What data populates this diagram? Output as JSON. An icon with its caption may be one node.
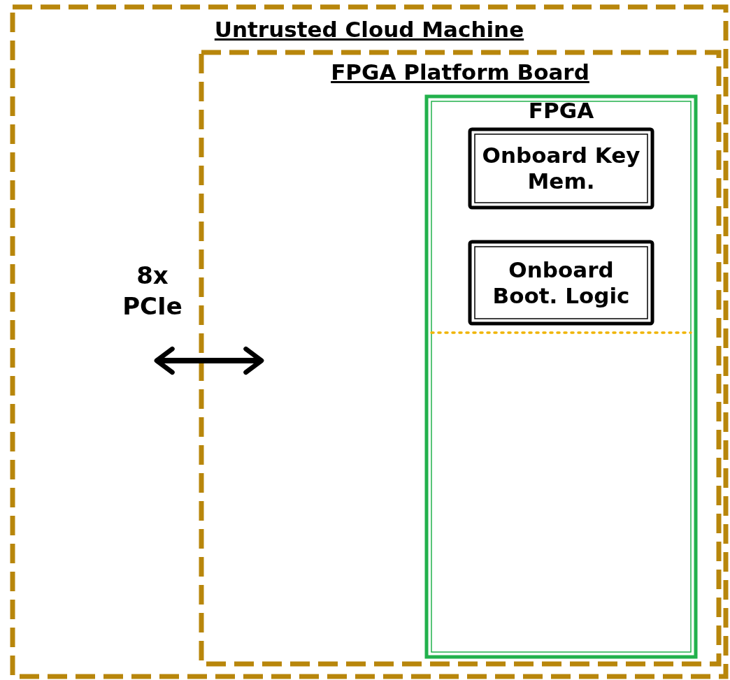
{
  "diagram": {
    "nodes": [
      {
        "text": [
          "Untrusted Cloud Machine"
        ]
      },
      {
        "text": [
          "FPGA Platform Board"
        ],
        "in": 0
      },
      {
        "text": [
          "FPGA"
        ],
        "in": 1
      },
      {
        "text": [
          "Onboard Key Mem."
        ],
        "in": 2
      },
      {
        "text": [
          "Onboard Boot. Logic"
        ],
        "in": 2
      }
    ],
    "edges": [
      {
        "from": null,
        "to": 1,
        "arrow": "both",
        "label": "8x PCIe"
      }
    ]
  }
}
